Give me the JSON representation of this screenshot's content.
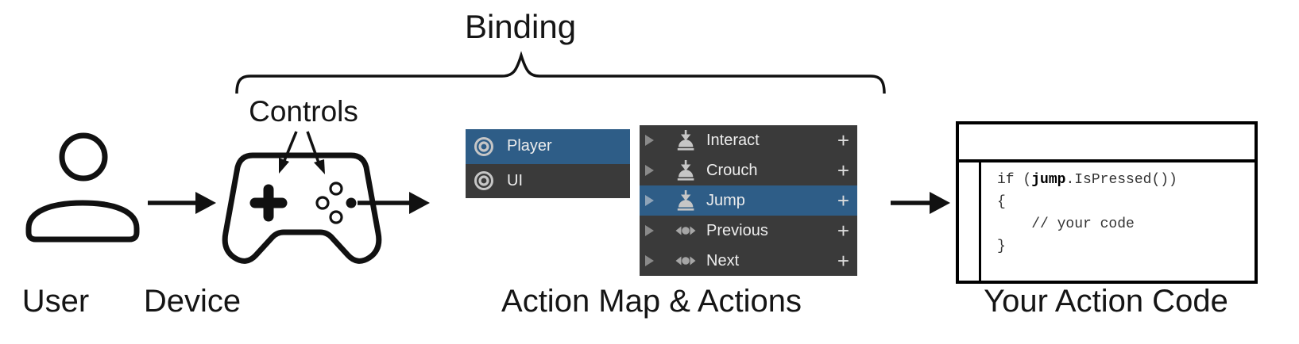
{
  "binding_label": "Binding",
  "controls_label": "Controls",
  "bottom_labels": {
    "user": "User",
    "device": "Device",
    "action_map": "Action Map & Actions",
    "action_code": "Your Action Code"
  },
  "action_map_panel": {
    "items": [
      {
        "label": "Player",
        "selected": true
      },
      {
        "label": "UI",
        "selected": false
      }
    ]
  },
  "actions_panel": {
    "add_label": "+",
    "items": [
      {
        "label": "Interact",
        "type": "button",
        "selected": false
      },
      {
        "label": "Crouch",
        "type": "button",
        "selected": false
      },
      {
        "label": "Jump",
        "type": "button",
        "selected": true
      },
      {
        "label": "Previous",
        "type": "axis",
        "selected": false
      },
      {
        "label": "Next",
        "type": "axis",
        "selected": false
      }
    ]
  },
  "code_box": {
    "line1_pre": "if (",
    "line1_keyword": "jump",
    "line1_post": ".IsPressed())",
    "line2": "{",
    "line3": "    // your code",
    "line4": "}"
  },
  "colors": {
    "selection_blue": "#2E5D87",
    "panel_dark": "#3A3A3A",
    "icon_gray": "#C6C6C6",
    "row_text": "#EDEDED"
  }
}
